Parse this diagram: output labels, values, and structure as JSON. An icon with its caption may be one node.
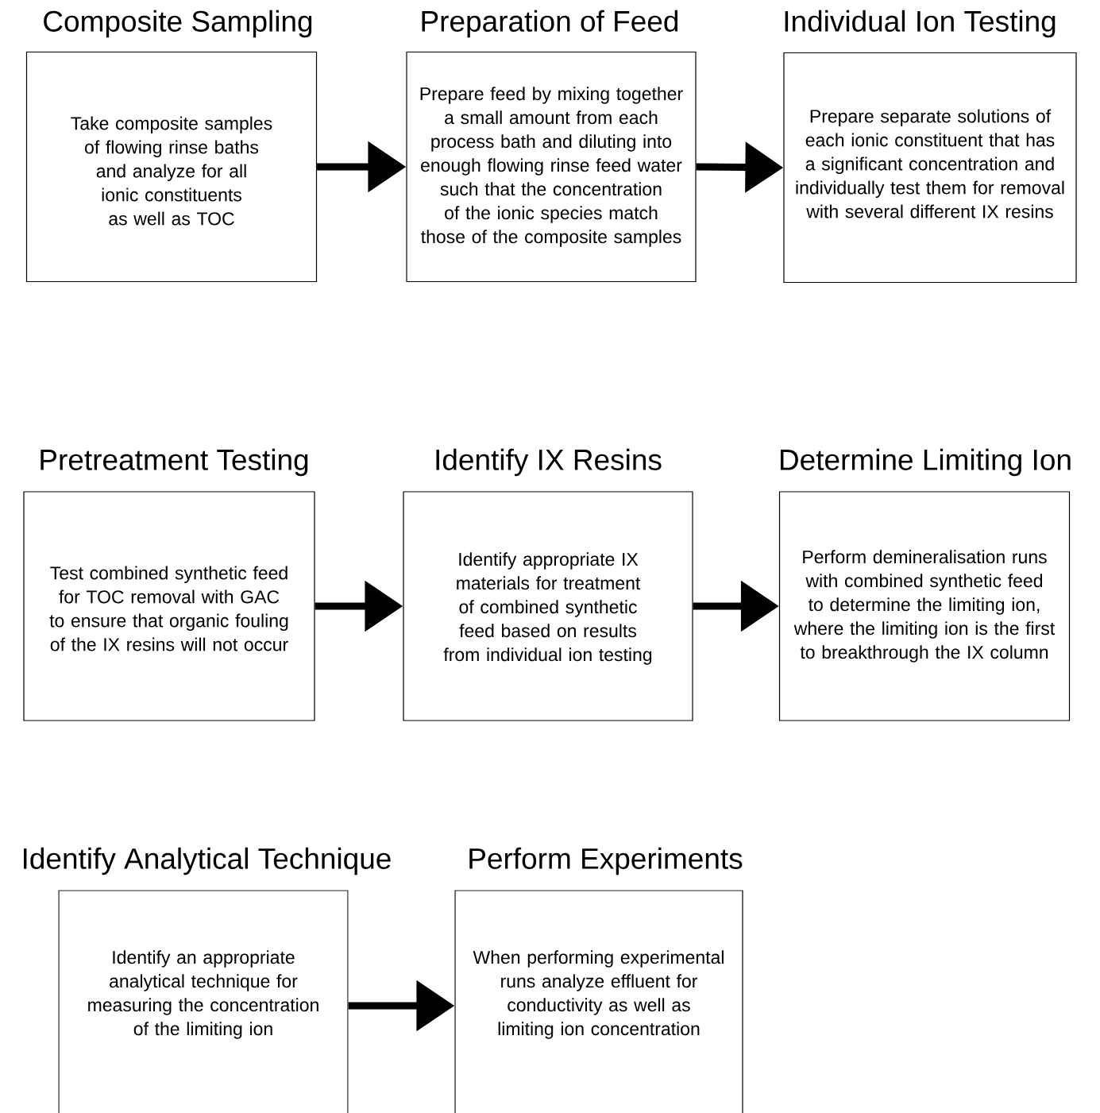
{
  "diagram": {
    "nodes": [
      {
        "text": [
          "Composite Sampling",
          "Take composite samples of flowing rinse baths and analyze for all ionic constituents as well as TOC"
        ]
      },
      {
        "text": [
          "Preparation of Feed",
          "Prepare feed by mixing together a small amount from each process bath and diluting into enough flowing rinse feed water such that the concentration of the ionic species match those of the composite samples"
        ]
      },
      {
        "text": [
          "Individual Ion Testing",
          "Prepare separate solutions of each ionic constituent that has a significant concentration and individually test them for removal with several different IX resins"
        ]
      },
      {
        "text": [
          "Pretreatment Testing",
          "Test combined synthetic feed for TOC removal with GAC to ensure that organic fouling of the IX resins will not occur"
        ]
      },
      {
        "text": [
          "Identify IX Resins",
          "Identify appropriate IX materials for treatment of combined synthetic feed based on results from individual ion testing"
        ]
      },
      {
        "text": [
          "Determine Limiting Ion",
          "Perform demineralisation runs with combined synthetic feed to determine the limiting ion, where the limiting ion is the first to breakthrough the IX column"
        ]
      },
      {
        "text": [
          "Identify Analytical Technique",
          "Identify an appropriate analytical technique for measuring the concentration of the limiting ion"
        ]
      },
      {
        "text": [
          "Perform Experiments",
          "When performing experimental runs analyze effluent for conductivity as well as limiting ion concentration"
        ]
      }
    ],
    "edges": [
      {
        "from": 0,
        "to": 1,
        "arrow": "to"
      },
      {
        "from": 1,
        "to": 2,
        "arrow": "to"
      },
      {
        "from": 3,
        "to": 4,
        "arrow": "to"
      },
      {
        "from": 4,
        "to": 5,
        "arrow": "to"
      },
      {
        "from": 6,
        "to": 7,
        "arrow": "to"
      }
    ]
  }
}
